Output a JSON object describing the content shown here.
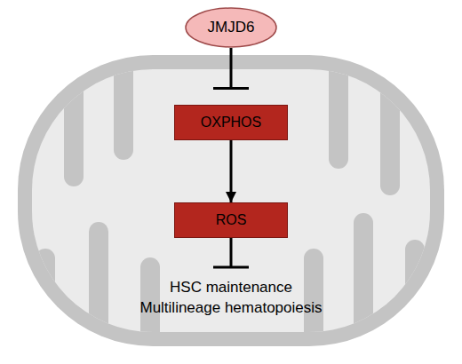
{
  "diagram": {
    "nodes": [
      {
        "text": [
          "JMJD6"
        ]
      },
      {
        "text": [
          "OXPHOS"
        ]
      },
      {
        "text": [
          "ROS"
        ]
      }
    ],
    "edges": [
      {
        "from": 0,
        "to": 1,
        "arrow": "to"
      },
      {
        "from": 1,
        "to": 2,
        "arrow": "to"
      }
    ],
    "labels": [
      "HSC maintenance",
      "Multilineage hematopoiesis"
    ]
  }
}
